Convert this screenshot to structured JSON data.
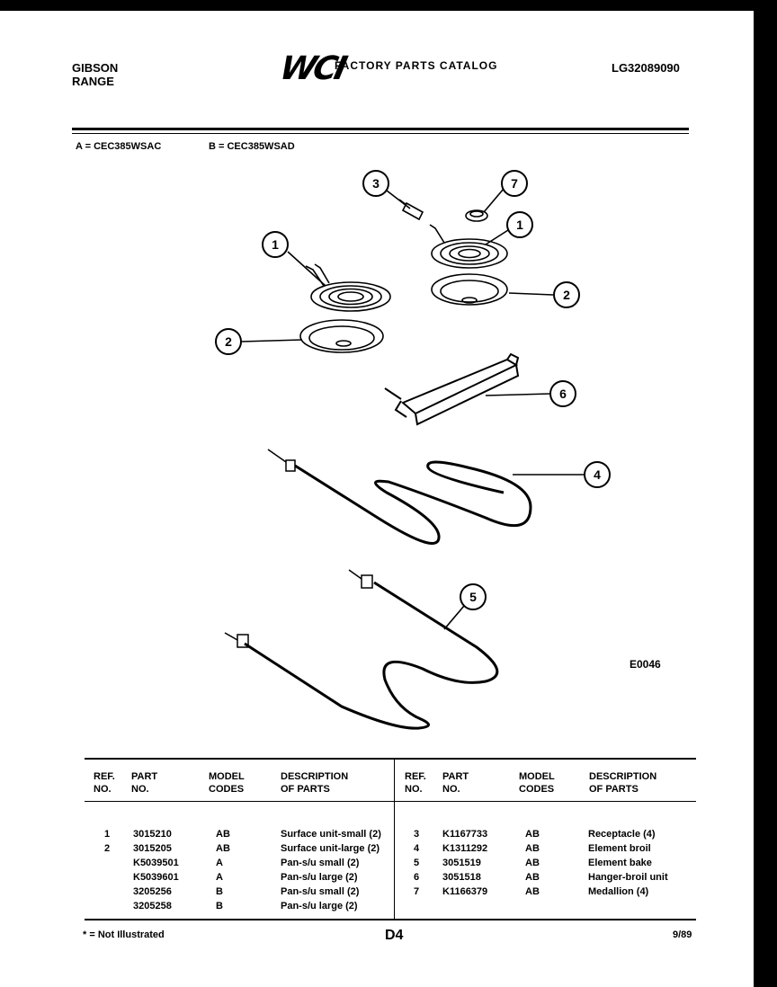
{
  "header": {
    "brand": "GIBSON",
    "product": "RANGE",
    "logo": "WCI",
    "catalog_title": "FACTORY PARTS CATALOG",
    "doc_number": "LG32089090"
  },
  "models": {
    "a": "A = CEC385WSAC",
    "b": "B = CEC385WSAD"
  },
  "callouts": [
    "1",
    "2",
    "3",
    "7",
    "1",
    "2",
    "6",
    "4",
    "5"
  ],
  "figure_code": "E0046",
  "table": {
    "headers": {
      "ref": [
        "REF.",
        "NO."
      ],
      "part": [
        "PART",
        "NO."
      ],
      "model": [
        "MODEL",
        "CODES"
      ],
      "desc": [
        "DESCRIPTION",
        "OF PARTS"
      ]
    },
    "left_rows": [
      {
        "ref": "1",
        "part": "3015210",
        "codes": "AB",
        "desc": "Surface unit-small (2)"
      },
      {
        "ref": "",
        "part": "3015205",
        "codes": "AB",
        "desc": "Surface unit-large (2)"
      },
      {
        "ref": "2",
        "part": "K5039501",
        "codes": "A",
        "desc": "Pan-s/u small (2)"
      },
      {
        "ref": "",
        "part": "K5039601",
        "codes": "A",
        "desc": "Pan-s/u large (2)"
      },
      {
        "ref": "",
        "part": "3205256",
        "codes": "B",
        "desc": "Pan-s/u small (2)"
      },
      {
        "ref": "",
        "part": "3205258",
        "codes": "B",
        "desc": "Pan-s/u large (2)"
      }
    ],
    "right_rows": [
      {
        "ref": "3",
        "part": "K1167733",
        "codes": "AB",
        "desc": "Receptacle (4)"
      },
      {
        "ref": "4",
        "part": "K1311292",
        "codes": "AB",
        "desc": "Element broil"
      },
      {
        "ref": "5",
        "part": "3051519",
        "codes": "AB",
        "desc": "Element bake"
      },
      {
        "ref": "6",
        "part": "3051518",
        "codes": "AB",
        "desc": "Hanger-broil unit"
      },
      {
        "ref": "7",
        "part": "K1166379",
        "codes": "AB",
        "desc": "Medallion (4)"
      }
    ]
  },
  "footer": {
    "note": "* = Not Illustrated",
    "page": "D4",
    "date": "9/89"
  }
}
